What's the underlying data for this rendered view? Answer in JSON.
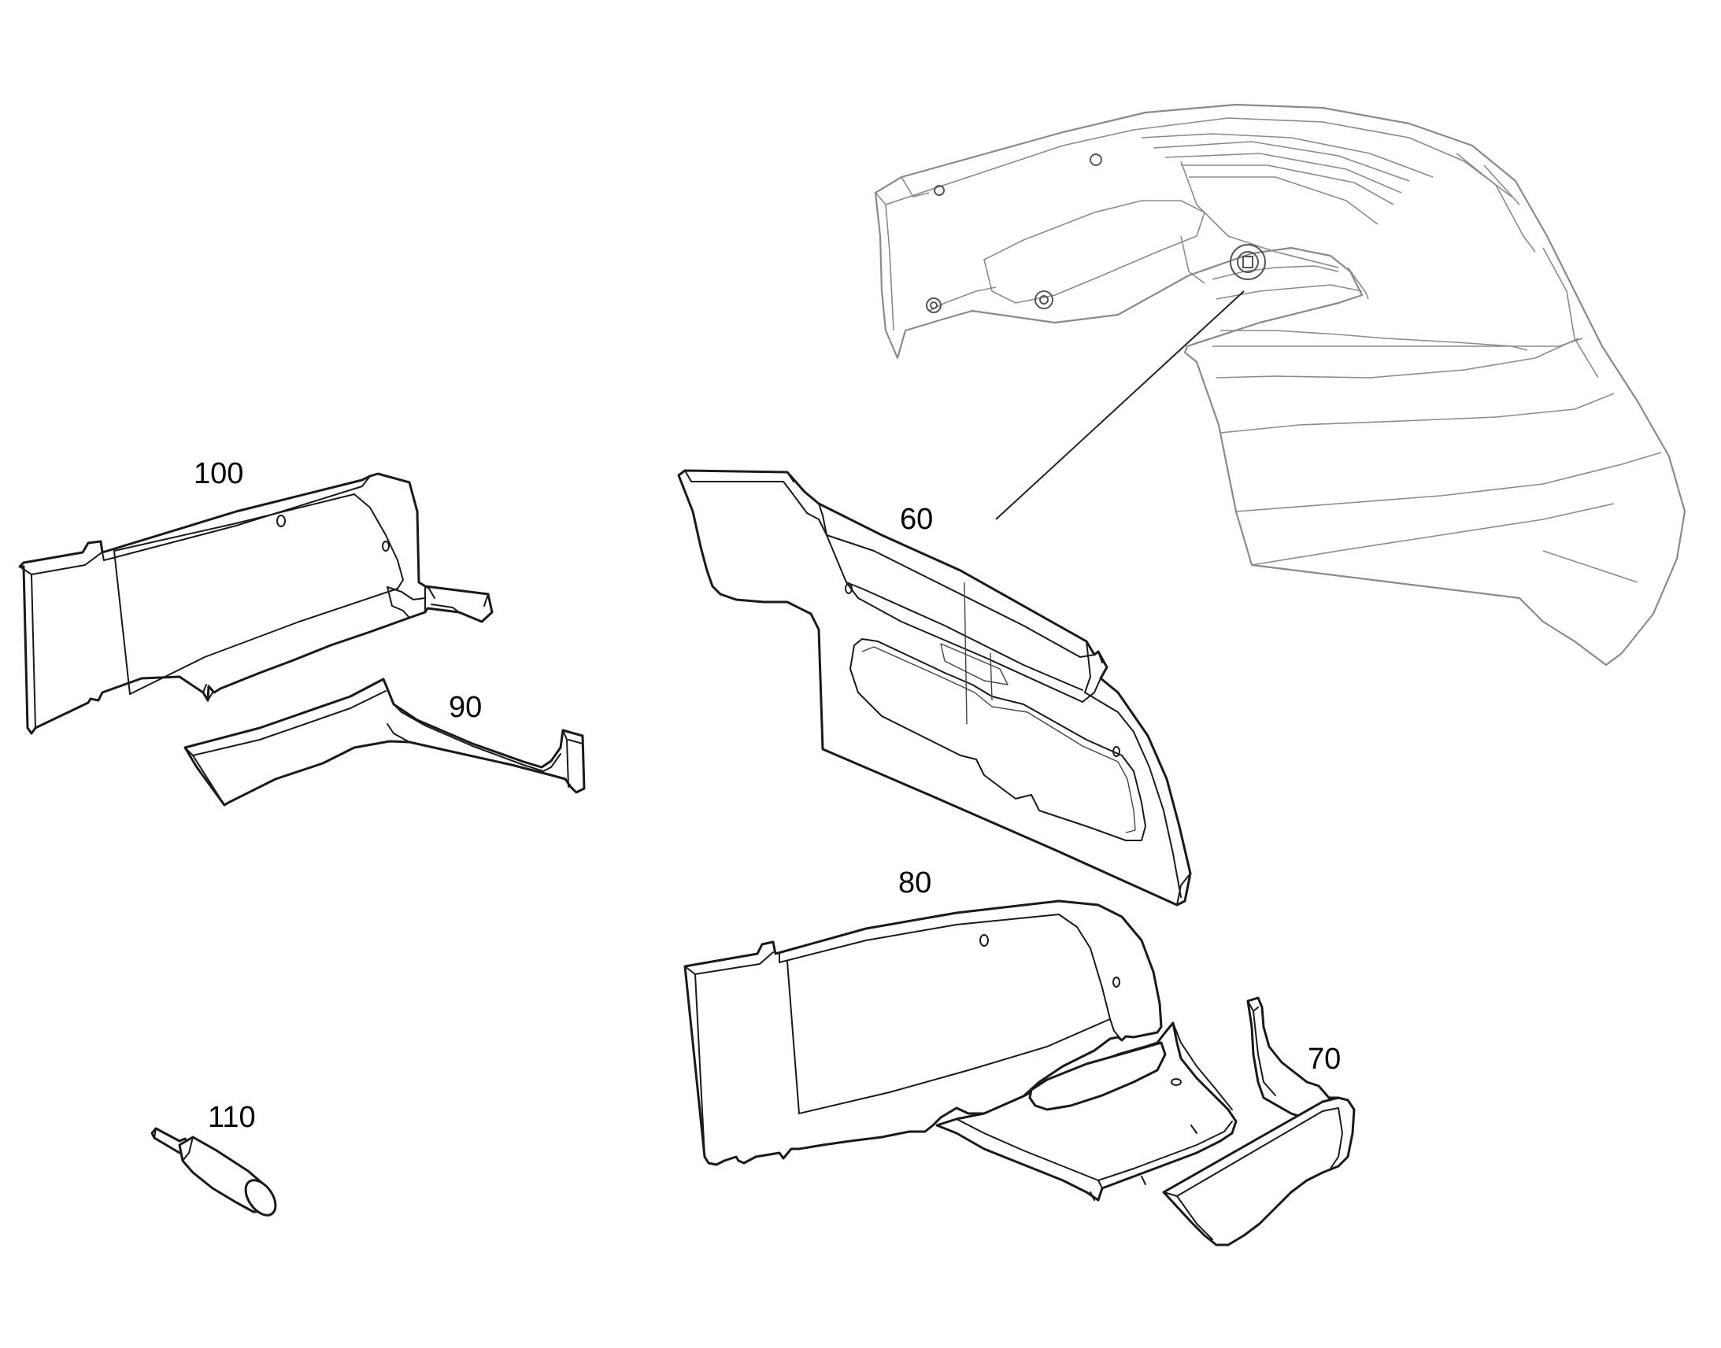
{
  "diagram": {
    "callouts": [
      {
        "id": "part-60",
        "label": "60"
      },
      {
        "id": "part-70",
        "label": "70"
      },
      {
        "id": "part-80",
        "label": "80"
      },
      {
        "id": "part-90",
        "label": "90"
      },
      {
        "id": "part-100",
        "label": "100"
      },
      {
        "id": "part-110",
        "label": "110"
      }
    ]
  }
}
